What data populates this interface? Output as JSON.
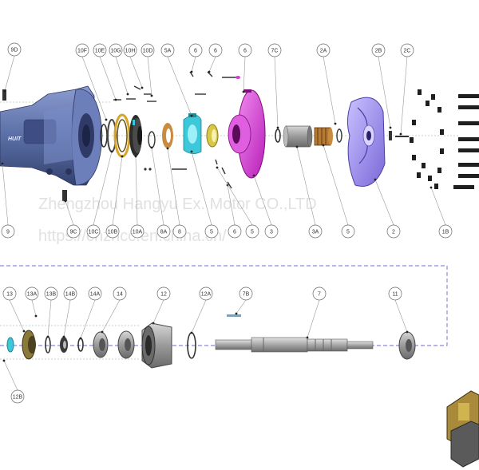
{
  "watermark": {
    "line1": "Zhengzhou Hangyu Ex. Motor CO.,LTD",
    "line2": "https://cnzhcc.en.china.cn/"
  },
  "brand_mark": "HUIT",
  "colors": {
    "frame": "#5a6fa6",
    "impeller": "#8f7fe0",
    "cover": "#d83ad8",
    "seal_cyan": "#3cc8d8",
    "seal_yellow": "#d8c845",
    "brass": "#c98b3e",
    "steel": "#8a8a8a",
    "leader": "#9a9a9a",
    "dashed": "#6b6bd6",
    "bubble_stroke": "#666666"
  },
  "callouts_top": [
    {
      "id": "c-9D",
      "label": "9D"
    },
    {
      "id": "c-10F",
      "label": "10F"
    },
    {
      "id": "c-10E",
      "label": "10E"
    },
    {
      "id": "c-10G",
      "label": "10G"
    },
    {
      "id": "c-10H",
      "label": "10H"
    },
    {
      "id": "c-10D",
      "label": "10D"
    },
    {
      "id": "c-5A",
      "label": "5A"
    },
    {
      "id": "c-6a",
      "label": "6"
    },
    {
      "id": "c-6b",
      "label": "6"
    },
    {
      "id": "c-6c",
      "label": "6"
    },
    {
      "id": "c-7C",
      "label": "7C"
    },
    {
      "id": "c-2A",
      "label": "2A"
    },
    {
      "id": "c-2B",
      "label": "2B"
    },
    {
      "id": "c-2C",
      "label": "2C"
    }
  ],
  "callouts_mid": [
    {
      "id": "c-9",
      "label": "9"
    },
    {
      "id": "c-9C",
      "label": "9C"
    },
    {
      "id": "c-10C",
      "label": "10C"
    },
    {
      "id": "c-10B",
      "label": "10B"
    },
    {
      "id": "c-10A",
      "label": "10A"
    },
    {
      "id": "c-8A",
      "label": "8A"
    },
    {
      "id": "c-8",
      "label": "8"
    },
    {
      "id": "c-5a",
      "label": "5"
    },
    {
      "id": "c-6d",
      "label": "6"
    },
    {
      "id": "c-5b",
      "label": "5"
    },
    {
      "id": "c-3",
      "label": "3"
    },
    {
      "id": "c-3A",
      "label": "3A"
    },
    {
      "id": "c-5c",
      "label": "5"
    },
    {
      "id": "c-2",
      "label": "2"
    },
    {
      "id": "c-1B",
      "label": "1B"
    }
  ],
  "callouts_bottom": [
    {
      "id": "c-13",
      "label": "13"
    },
    {
      "id": "c-13A",
      "label": "13A"
    },
    {
      "id": "c-13B",
      "label": "13B"
    },
    {
      "id": "c-14B",
      "label": "14B"
    },
    {
      "id": "c-14A",
      "label": "14A"
    },
    {
      "id": "c-14",
      "label": "14"
    },
    {
      "id": "c-12",
      "label": "12"
    },
    {
      "id": "c-12A",
      "label": "12A"
    },
    {
      "id": "c-7B",
      "label": "7B"
    },
    {
      "id": "c-7",
      "label": "7"
    },
    {
      "id": "c-11",
      "label": "11"
    },
    {
      "id": "c-12B",
      "label": "12B"
    }
  ]
}
